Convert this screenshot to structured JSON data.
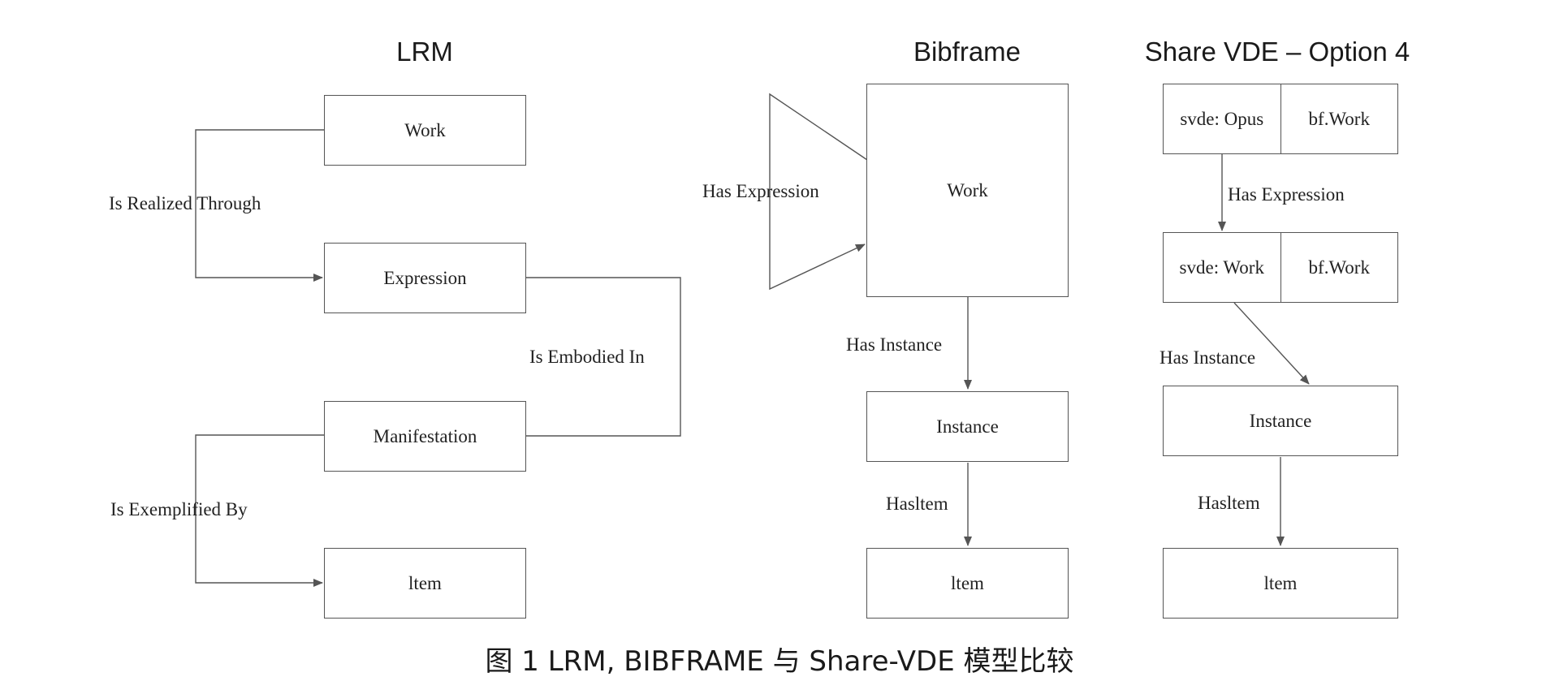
{
  "titles": {
    "lrm": "LRM",
    "bibframe": "Bibframe",
    "sharevde": "Share VDE – Option 4"
  },
  "lrm": {
    "work": "Work",
    "expression": "Expression",
    "manifestation": "Manifestation",
    "item": "ltem",
    "realized_through": "Is Realized Through",
    "embodied_in": "Is Embodied In",
    "exemplified_by": "Is Exemplified By"
  },
  "bibframe": {
    "work": "Work",
    "instance": "Instance",
    "item": "ltem",
    "has_expression": "Has Expression",
    "has_instance": "Has Instance",
    "has_item": "Hasltem"
  },
  "sharevde": {
    "opus_left": "svde: Opus",
    "opus_right": "bf.Work",
    "work_left": "svde: Work",
    "work_right": "bf.Work",
    "instance": "Instance",
    "item": "ltem",
    "has_expression": "Has Expression",
    "has_instance": "Has Instance",
    "has_item": "Hasltem"
  },
  "caption": "图 1 LRM, BIBFRAME 与 Share-VDE 模型比较"
}
